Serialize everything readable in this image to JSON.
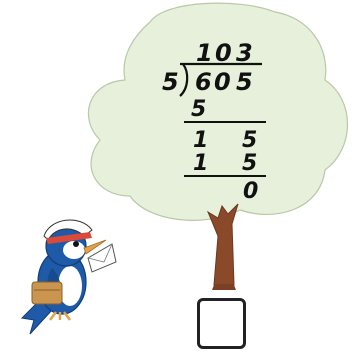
{
  "long_division": {
    "quotient": [
      "1",
      "0",
      "3"
    ],
    "divisor": "5",
    "dividend": [
      "6",
      "0",
      "5"
    ],
    "step1_subtract": "5",
    "step2_bring_down": [
      "1",
      "5"
    ],
    "step3_subtract": [
      "1",
      "5"
    ],
    "remainder": "0"
  },
  "answer_box": {
    "value": ""
  },
  "colors": {
    "tree_canopy": "#e6f0da",
    "tree_outline": "#b9c8a8",
    "trunk": "#8a4a2a",
    "bird_body": "#1e5aa8",
    "bird_face": "#ffffff",
    "bird_beak": "#e3a24a",
    "bag": "#c9954f"
  },
  "icons": [
    "tree-illustration",
    "postman-bird-icon"
  ]
}
